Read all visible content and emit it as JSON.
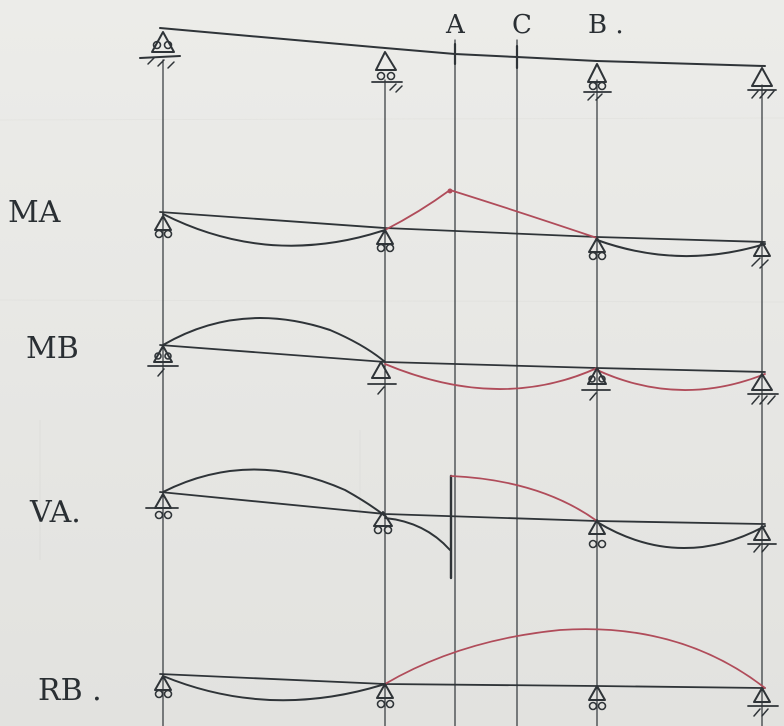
{
  "labels": {
    "point_a": "A",
    "point_c": "C",
    "point_b": "B .",
    "row_ma": "MA",
    "row_mb": "MB",
    "row_va": "VA.",
    "row_rb": "RB ."
  },
  "colors": {
    "ink": "#2f3438",
    "influence_line_red": "#b04c5a",
    "paper": "#e9e9e7"
  },
  "rows": [
    {
      "id": "beam",
      "label_key": null
    },
    {
      "id": "ma",
      "label_key": "row_ma"
    },
    {
      "id": "mb",
      "label_key": "row_mb"
    },
    {
      "id": "va",
      "label_key": "row_va"
    },
    {
      "id": "rb",
      "label_key": "row_rb"
    }
  ],
  "support_icons": [
    "pin-support-icon",
    "roller-support-icon",
    "fixed-support-icon"
  ]
}
